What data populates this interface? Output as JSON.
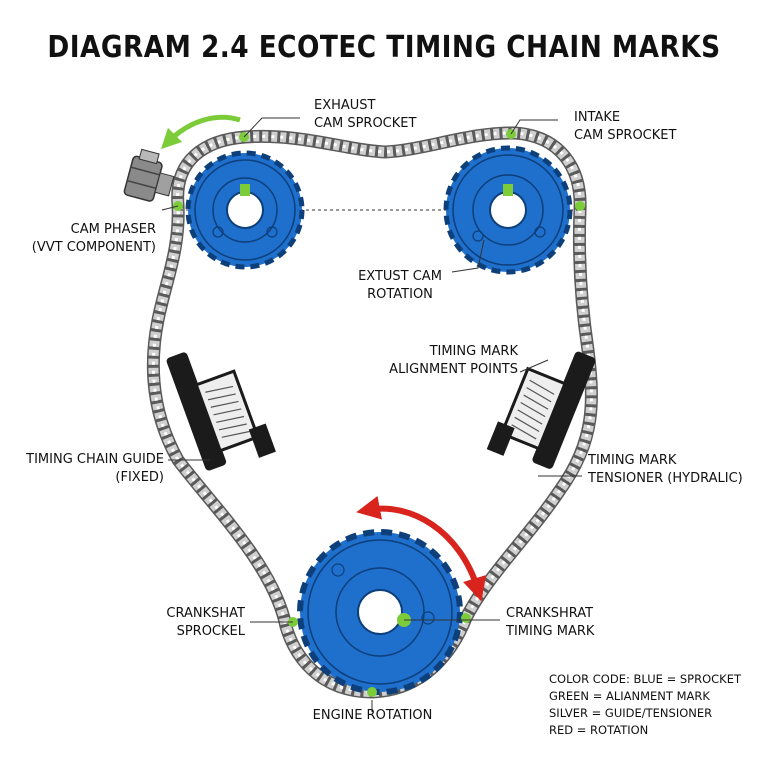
{
  "title": "DIAGRAM 2.4 ECOTEC TIMING CHAIN MARKS",
  "labels": {
    "exhaust_cam_sprocket": [
      "EXHAUST",
      "CAM SPROCKET"
    ],
    "intake_cam_sprocket": [
      "INTAKE",
      "CAM SPROCKET"
    ],
    "cam_phaser": [
      "CAM PHASER",
      "(VVT COMPONENT)"
    ],
    "exhaust_cam_rotation": [
      "EXTUST CAM",
      "ROTATION"
    ],
    "timing_mark_alignment": [
      "TIMING MARK",
      "ALIGNMENT POINTS"
    ],
    "timing_chain_guide": [
      "TIMING CHAIN GUIDE",
      "(FIXED)"
    ],
    "timing_mark_tensioner": [
      "TIMING MARK",
      "TENSIONER (HYDRALIC)"
    ],
    "crankshaft_sprocket": [
      "CRANKSHAT",
      "SPROCKEL"
    ],
    "crankshaft_timing_mark": [
      "CRANKSHRAT",
      "TIMING MARK"
    ],
    "engine_rotation": [
      "ENGINE ROTATION"
    ]
  },
  "legend": [
    "COLOR CODE: BLUE = SPROCKET",
    "GREEN = ALIANMENT MARK",
    "SILVER = GUIDE/TENSIONER",
    "RED = ROTATION"
  ],
  "colors": {
    "sprocket": "#1f6fcc",
    "alignment_mark": "#7ccc3a",
    "guide": "#1b1b1b",
    "chain": "#9a9a9a",
    "rotation": "#d9231d",
    "phaser_arrow": "#7ccc3a"
  },
  "icons": {
    "cam_phaser": "cam-phaser-icon",
    "guide": "chain-guide-icon",
    "tensioner": "tensioner-icon"
  }
}
